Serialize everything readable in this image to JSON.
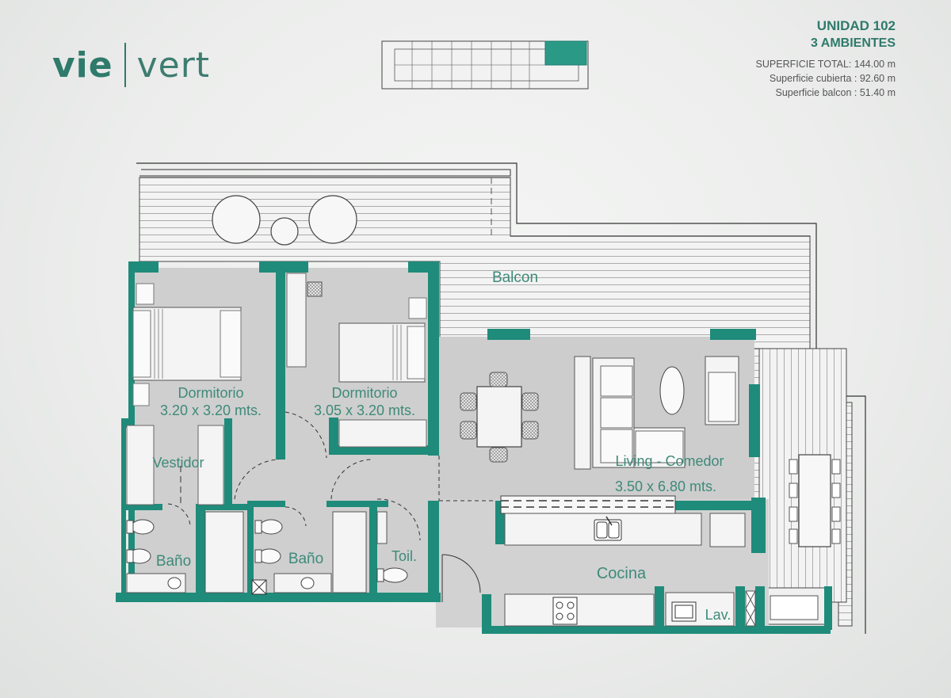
{
  "brand": {
    "left": "vie",
    "right": "vert"
  },
  "unit": {
    "title": "UNIDAD 102",
    "rooms": "3 AMBIENTES",
    "areas": [
      "SUPERFICIE TOTAL: 144.00 m",
      "Superficie cubierta : 92.60 m",
      "Superficie balcon : 51.40 m"
    ]
  },
  "rooms": {
    "balcon": "Balcon",
    "dorm1_name": "Dormitorio",
    "dorm1_size": "3.20 x 3.20 mts.",
    "dorm2_name": "Dormitorio",
    "dorm2_size": "3.05 x 3.20 mts.",
    "vestidor": "Vestidor",
    "living_name": "Living - Comedor",
    "living_size": "3.50 x 6.80 mts.",
    "bano1": "Baño",
    "bano2": "Baño",
    "toil": "Toil.",
    "cocina": "Cocina",
    "lav": "Lav."
  },
  "colors": {
    "wall": "#1f8b7a",
    "floor": "#cfcfcf",
    "label": "#3e8a78",
    "brand": "#2f7a6b"
  }
}
